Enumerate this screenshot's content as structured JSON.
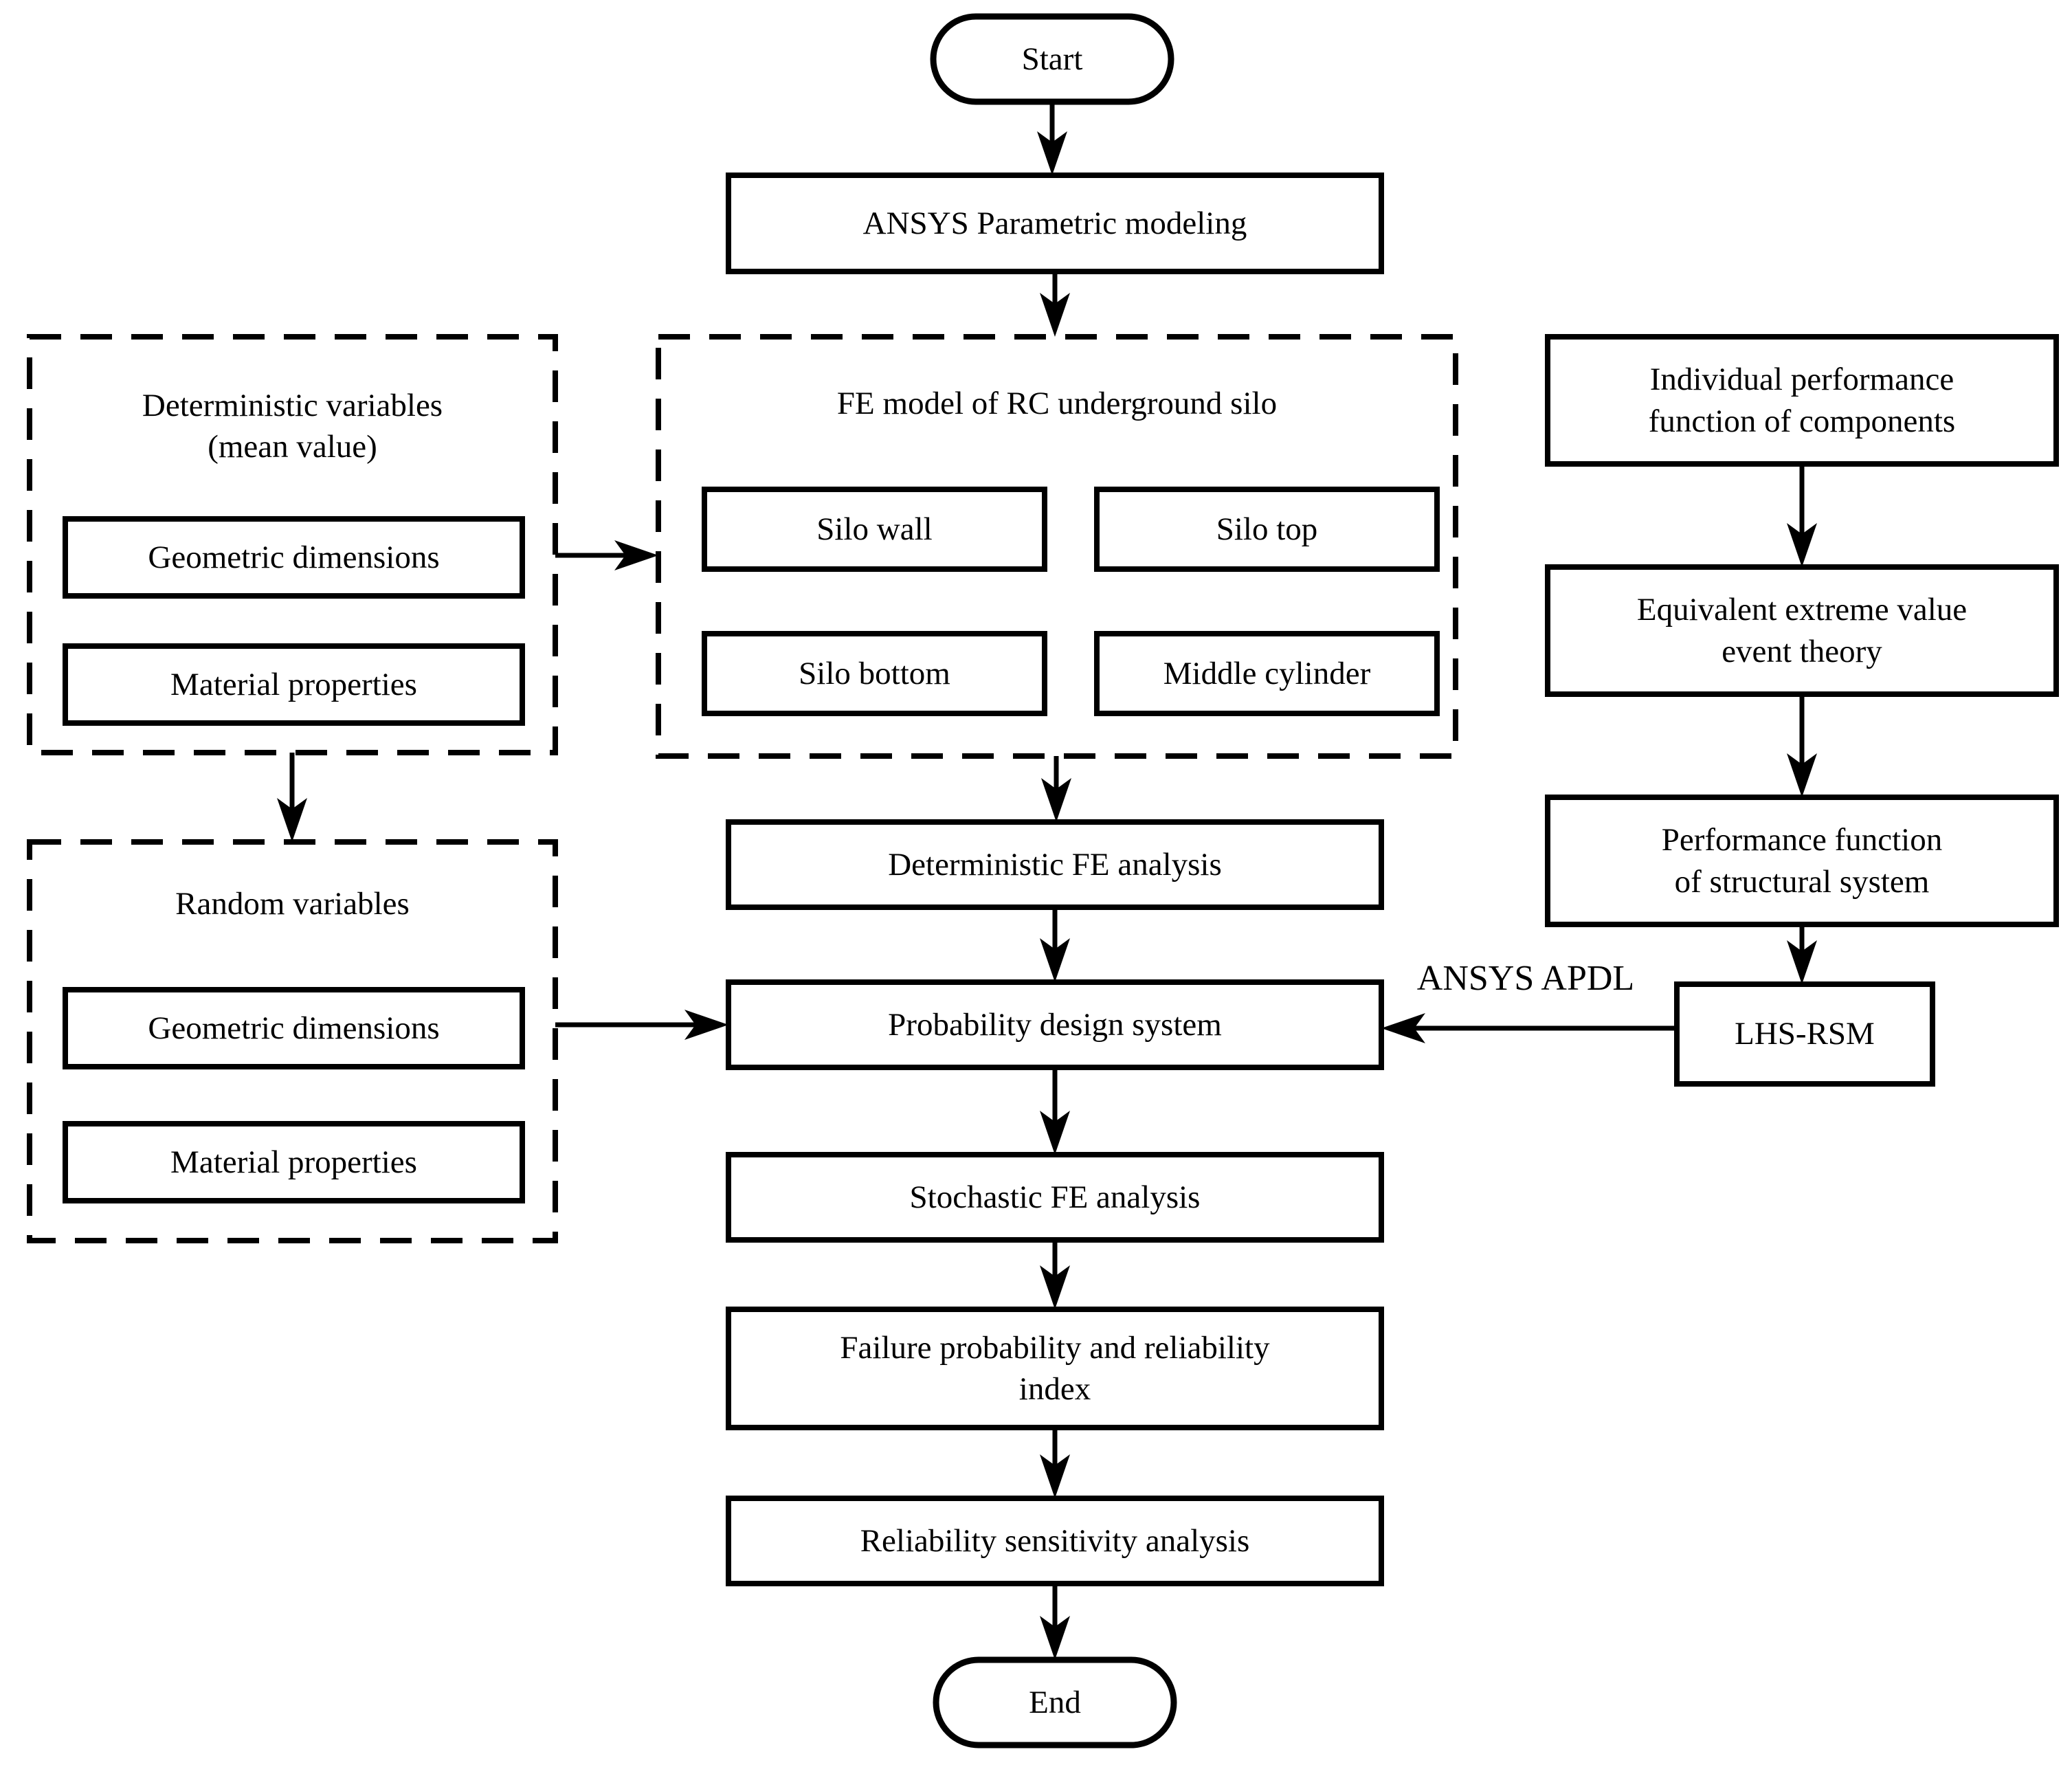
{
  "colors": {
    "ink": "#000000",
    "paper": "#ffffff"
  },
  "nodes": {
    "start": "Start",
    "ansys_parametric_modeling": "ANSYS Parametric modeling",
    "fe_model_title": "FE model of RC underground silo",
    "silo_wall": "Silo wall",
    "silo_top": "Silo top",
    "silo_bottom": "Silo bottom",
    "middle_cylinder": "Middle cylinder",
    "deterministic_variables_title": "Deterministic variables\n(mean value)",
    "det_geometric_dimensions": "Geometric dimensions",
    "det_material_properties": "Material properties",
    "random_variables_title": "Random variables",
    "rand_geometric_dimensions": "Geometric dimensions",
    "rand_material_properties": "Material properties",
    "deterministic_fe_analysis": "Deterministic FE analysis",
    "probability_design_system": "Probability design system",
    "stochastic_fe_analysis": "Stochastic FE analysis",
    "failure_probability_index": "Failure probability and reliability\nindex",
    "reliability_sensitivity_analysis": "Reliability sensitivity analysis",
    "end": "End",
    "individual_performance": "Individual performance\nfunction of components",
    "equivalent_extreme_value": "Equivalent extreme value\nevent theory",
    "performance_function_system": "Performance function\nof structural system",
    "lhs_rsm": "LHS-RSM",
    "ansys_apdl_label": "ANSYS APDL"
  },
  "edges": [
    {
      "from": "Start",
      "to": "ANSYS Parametric modeling"
    },
    {
      "from": "ANSYS Parametric modeling",
      "to": "FE model of RC underground silo"
    },
    {
      "from": "Deterministic variables (mean value)",
      "to": "FE model of RC underground silo"
    },
    {
      "from": "Deterministic variables (mean value)",
      "to": "Random variables"
    },
    {
      "from": "FE model of RC underground silo",
      "to": "Deterministic FE analysis"
    },
    {
      "from": "Deterministic FE analysis",
      "to": "Probability design system"
    },
    {
      "from": "Random variables",
      "to": "Probability design system"
    },
    {
      "from": "Individual performance function of components",
      "to": "Equivalent extreme value event theory"
    },
    {
      "from": "Equivalent extreme value event theory",
      "to": "Performance function of structural system"
    },
    {
      "from": "Performance function of structural system",
      "to": "LHS-RSM"
    },
    {
      "from": "LHS-RSM",
      "to": "Probability design system",
      "label": "ANSYS APDL"
    },
    {
      "from": "Probability design system",
      "to": "Stochastic FE analysis"
    },
    {
      "from": "Stochastic FE analysis",
      "to": "Failure probability and reliability index"
    },
    {
      "from": "Failure probability and reliability index",
      "to": "Reliability sensitivity analysis"
    },
    {
      "from": "Reliability sensitivity analysis",
      "to": "End"
    }
  ]
}
